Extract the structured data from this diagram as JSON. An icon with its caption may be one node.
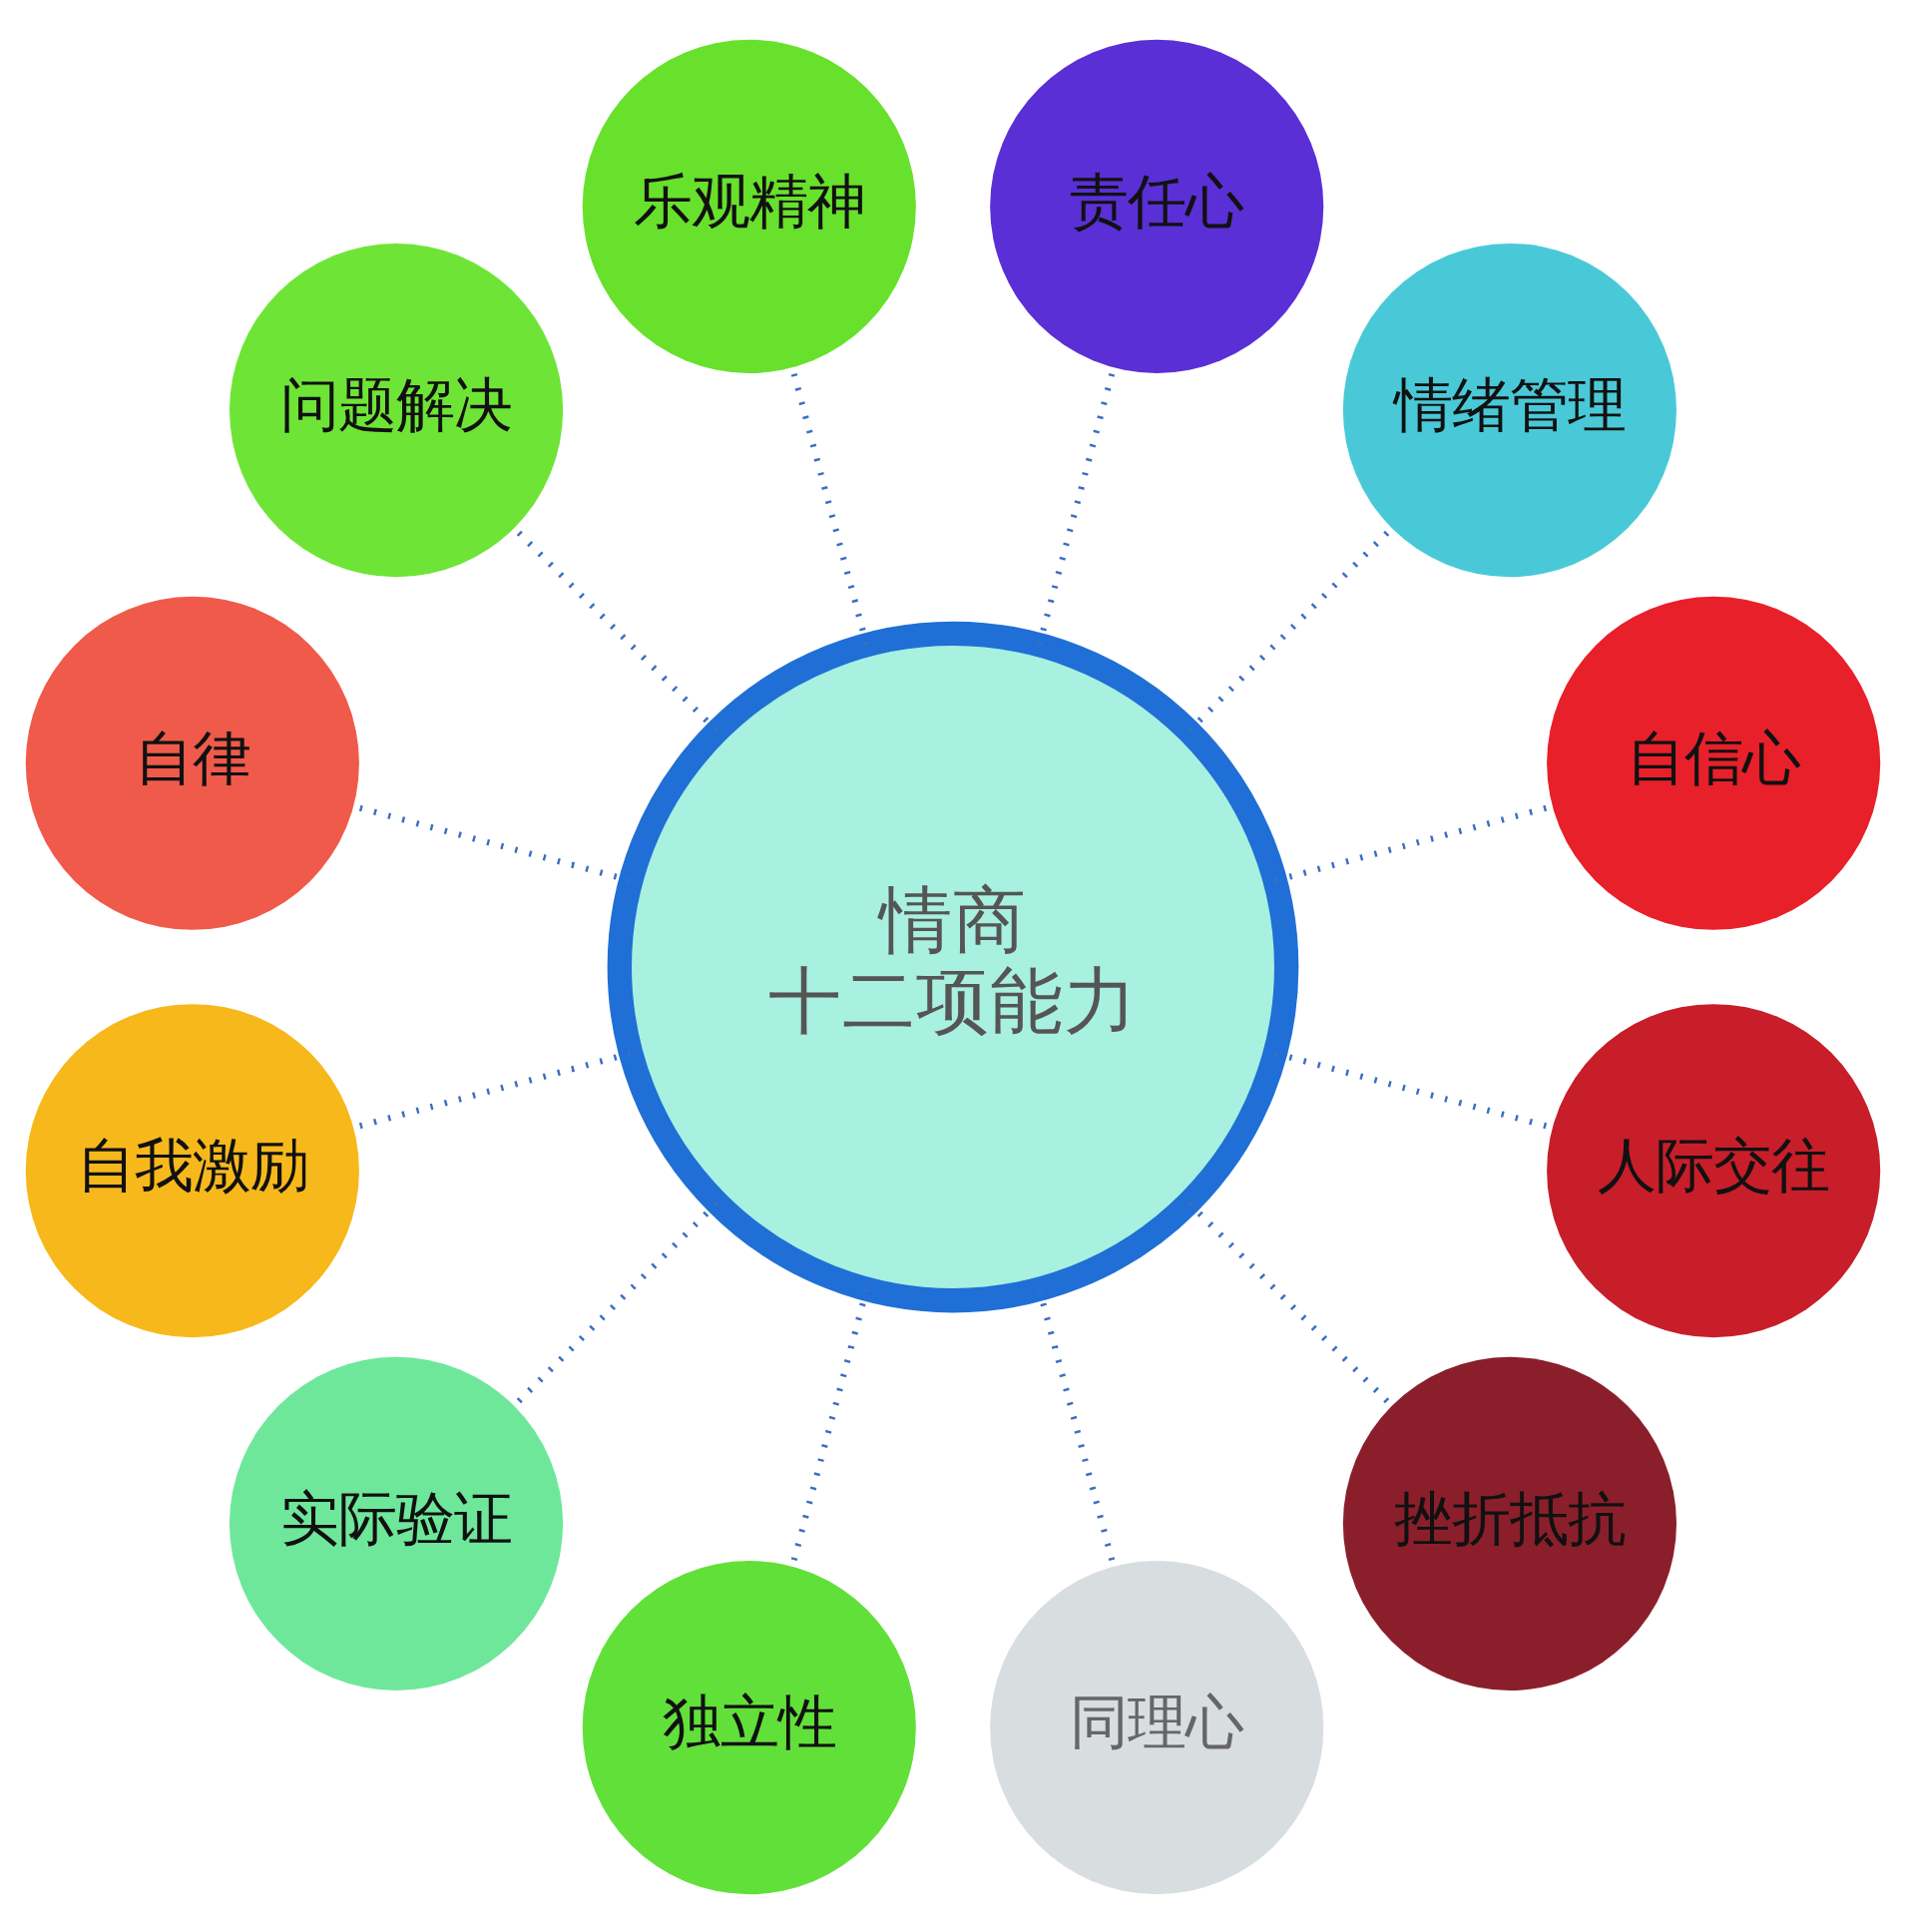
{
  "diagram": {
    "nodes": [
      {
        "text": [
          "情商",
          "十二项能力"
        ]
      },
      {
        "text": [
          "自信心"
        ]
      },
      {
        "text": [
          "情绪管理"
        ]
      },
      {
        "text": [
          "责任心"
        ]
      },
      {
        "text": [
          "乐观精神"
        ]
      },
      {
        "text": [
          "问题解决"
        ]
      },
      {
        "text": [
          "自律"
        ]
      },
      {
        "text": [
          "自我激励"
        ]
      },
      {
        "text": [
          "实际验证"
        ]
      },
      {
        "text": [
          "独立性"
        ]
      },
      {
        "text": [
          "同理心"
        ]
      },
      {
        "text": [
          "挫折抵抗"
        ]
      },
      {
        "text": [
          "人际交往"
        ]
      }
    ],
    "edges": [
      {
        "from": 0,
        "to": 1,
        "arrow": "none",
        "style": "dashed"
      },
      {
        "from": 0,
        "to": 2,
        "arrow": "none",
        "style": "dashed"
      },
      {
        "from": 0,
        "to": 3,
        "arrow": "none",
        "style": "dashed"
      },
      {
        "from": 0,
        "to": 4,
        "arrow": "none",
        "style": "dashed"
      },
      {
        "from": 0,
        "to": 5,
        "arrow": "none",
        "style": "dashed"
      },
      {
        "from": 0,
        "to": 6,
        "arrow": "none",
        "style": "dashed"
      },
      {
        "from": 0,
        "to": 7,
        "arrow": "none",
        "style": "dashed"
      },
      {
        "from": 0,
        "to": 8,
        "arrow": "none",
        "style": "dashed"
      },
      {
        "from": 0,
        "to": 9,
        "arrow": "none",
        "style": "dashed"
      },
      {
        "from": 0,
        "to": 10,
        "arrow": "none",
        "style": "dashed"
      },
      {
        "from": 0,
        "to": 11,
        "arrow": "none",
        "style": "dashed"
      },
      {
        "from": 0,
        "to": 12,
        "arrow": "none",
        "style": "dashed"
      }
    ]
  }
}
